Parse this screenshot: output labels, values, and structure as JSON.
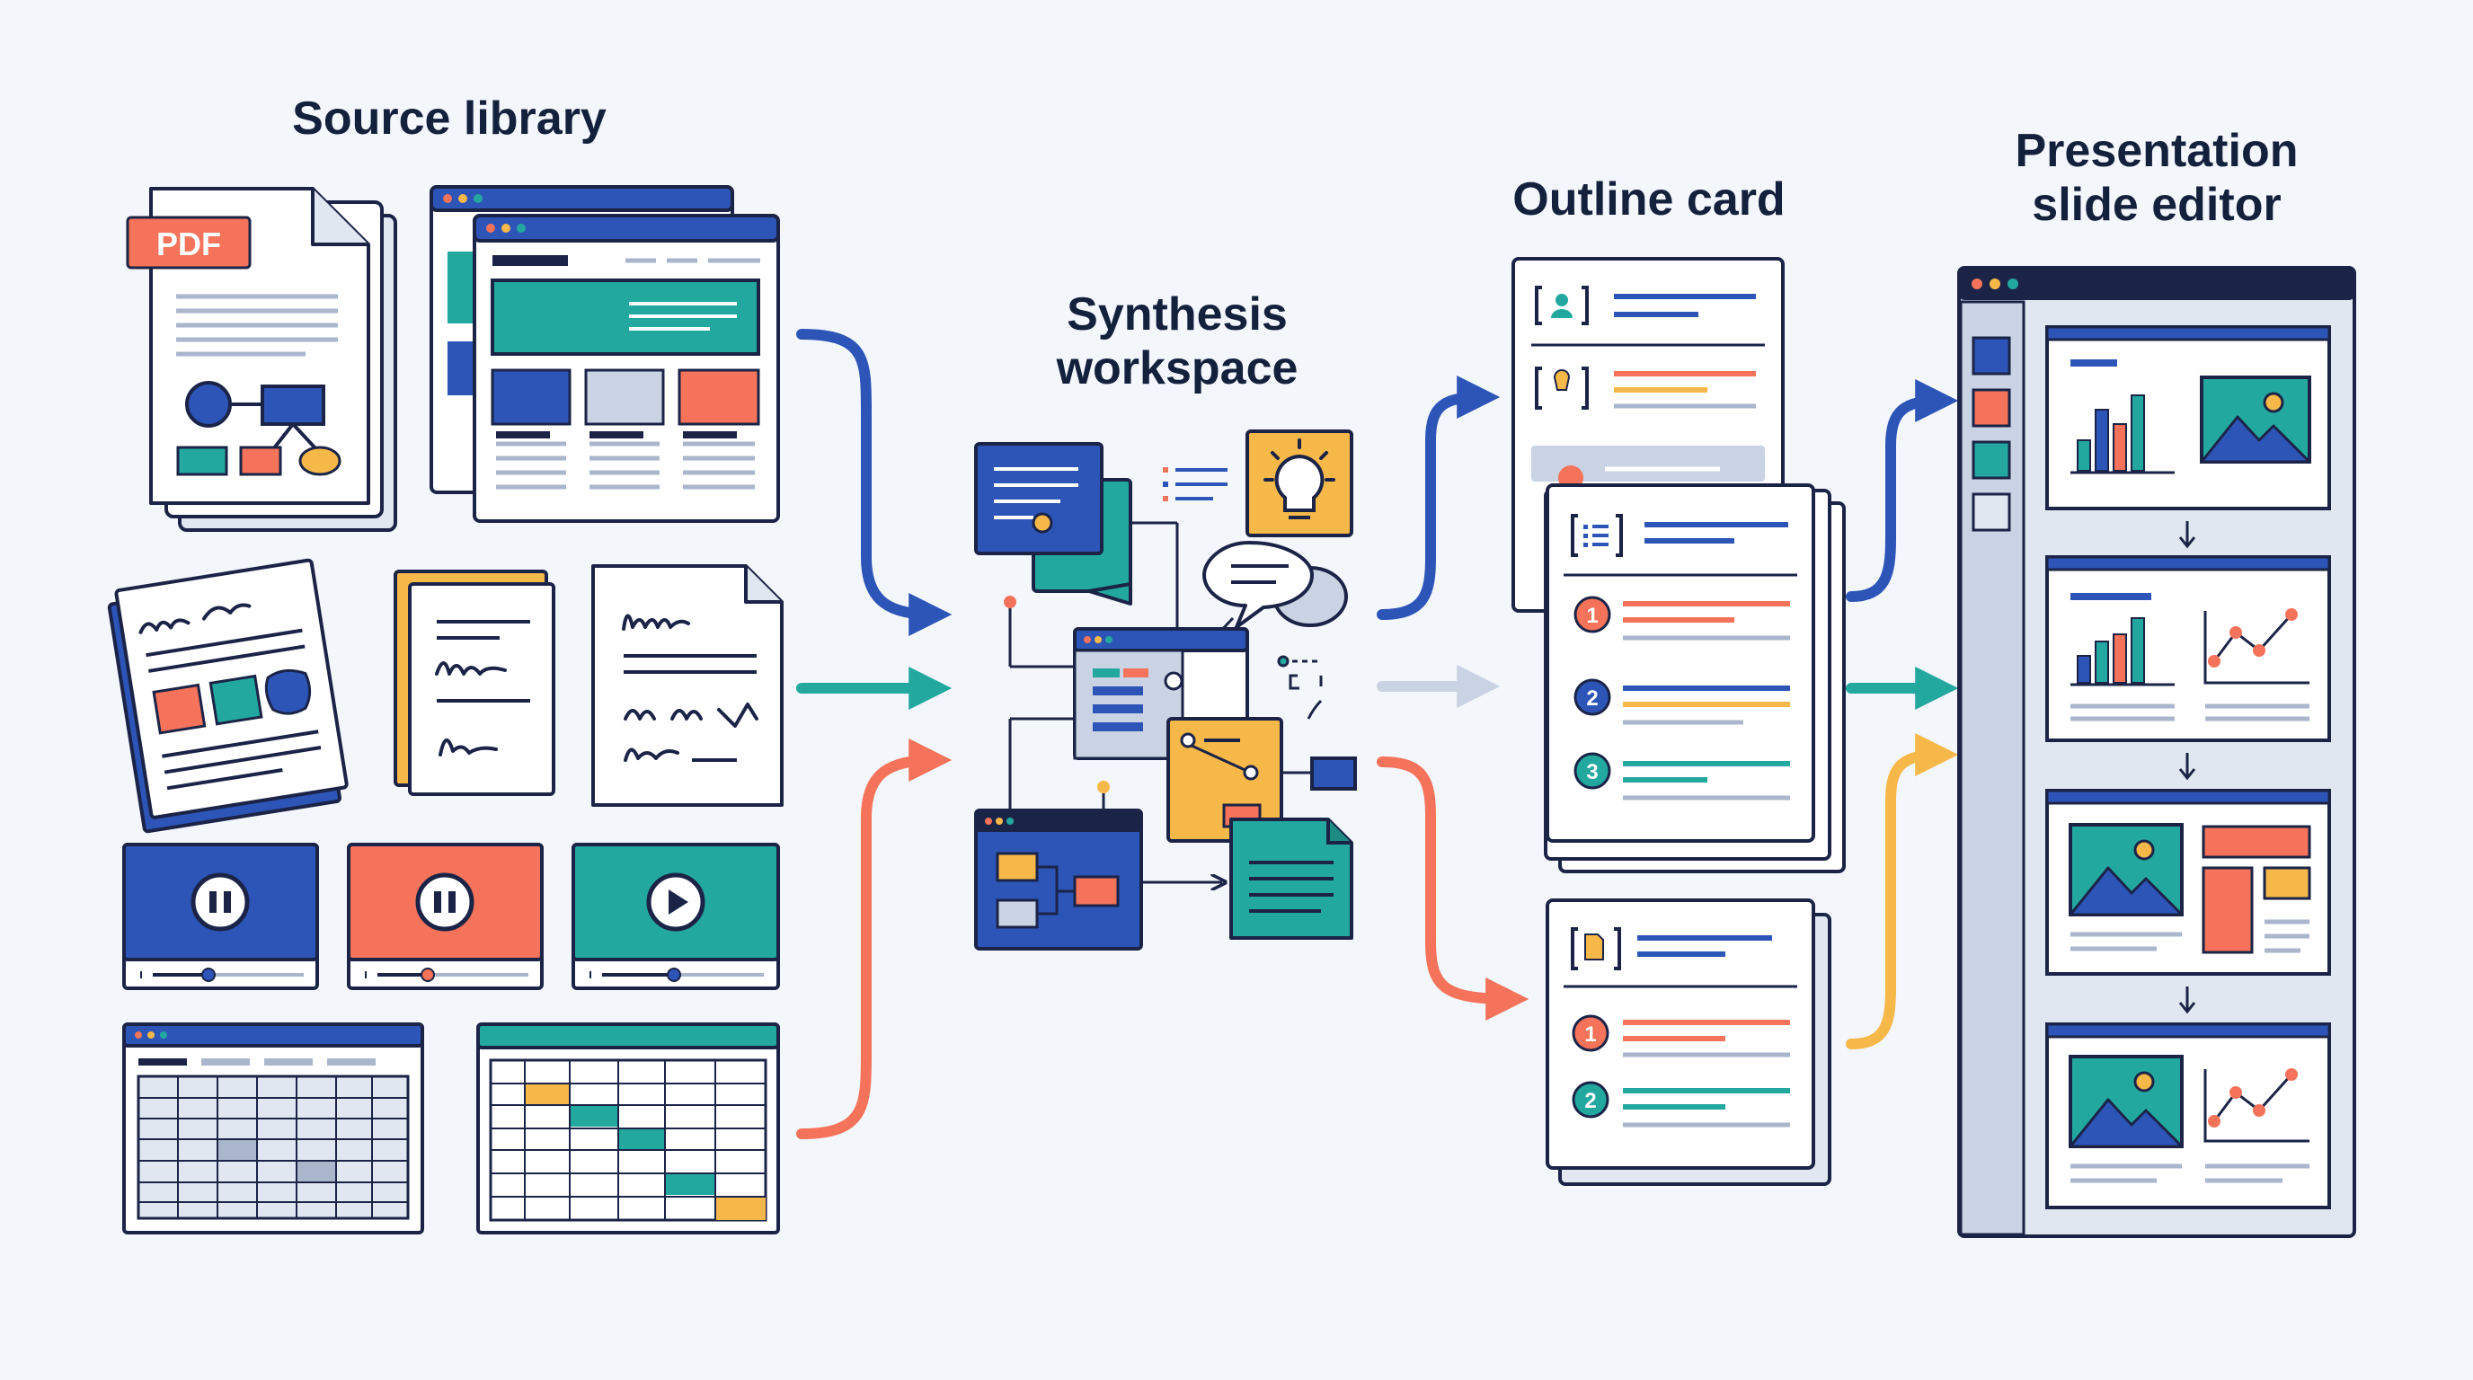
{
  "headings": {
    "source_library": "Source library",
    "synthesis_line1": "Synthesis",
    "synthesis_line2": "workspace",
    "outline_card": "Outline card",
    "presentation_line1": "Presentation",
    "presentation_line2": "slide editor"
  },
  "source_library": {
    "pdf_label": "PDF"
  },
  "outline": {
    "numbers": [
      "1",
      "2",
      "3",
      "1",
      "2"
    ]
  },
  "colors": {
    "navy": "#1B2447",
    "blue": "#2D55B8",
    "teal": "#23A8A0",
    "coral": "#F4735A",
    "yellow": "#F6B849",
    "gray": "#C9D3E3",
    "background": "#F3F6FB"
  },
  "icons": [
    "pdf-document-icon",
    "browser-window-icon",
    "handwritten-note-icon",
    "video-player-icon",
    "spreadsheet-icon",
    "lightbulb-icon",
    "chat-bubble-icon",
    "bar-chart-icon",
    "landscape-image-icon",
    "line-chart-icon",
    "down-arrow-icon",
    "flow-arrow-icon"
  ]
}
